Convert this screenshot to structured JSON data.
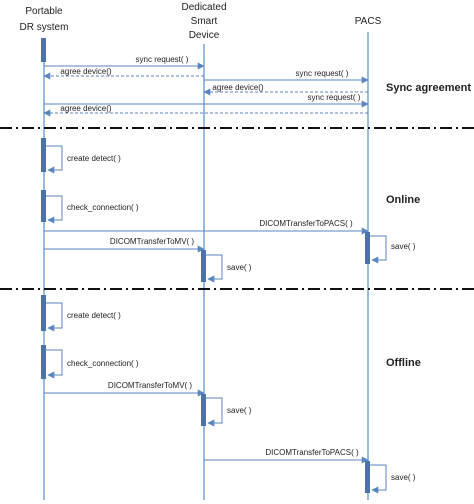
{
  "actors": {
    "dr_system_line1": "Portable",
    "dr_system_line2": "DR system",
    "smart_device_line1": "Dedicated",
    "smart_device_line2": "Smart",
    "smart_device_line3": "Device",
    "pacs": "PACS"
  },
  "sections": {
    "sync": "Sync agreement",
    "online": "Online",
    "offline": "Offline"
  },
  "messages": {
    "sync_request_1": "sync request( )",
    "agree_device_1": "agree device()",
    "sync_request_2": "sync request( )",
    "agree_device_2": "agree device()",
    "sync_request_3": "sync request( )",
    "agree_device_3": "agree device()",
    "online_create_detect": "create detect( )",
    "online_check_connection": "check_connection( )",
    "online_dicom_to_pacs": "DICOMTransferToPACS( )",
    "online_pacs_save": "save( )",
    "online_dicom_to_mv": "DICOMTransferToMV( )",
    "online_device_save": "save( )",
    "offline_create_detect": "create detect( )",
    "offline_check_connection": "check_connection( )",
    "offline_dicom_to_mv": "DICOMTransferToMV( )",
    "offline_device_save": "save( )",
    "offline_dicom_to_pacs": "DICOMTransferToPACS( )",
    "offline_pacs_save": "save( )"
  },
  "colors": {
    "lifeline": "#6f9ccc",
    "activation": "#4d73a6",
    "arrow": "#5b86bf",
    "divider": "#111111",
    "text": "#222222"
  }
}
